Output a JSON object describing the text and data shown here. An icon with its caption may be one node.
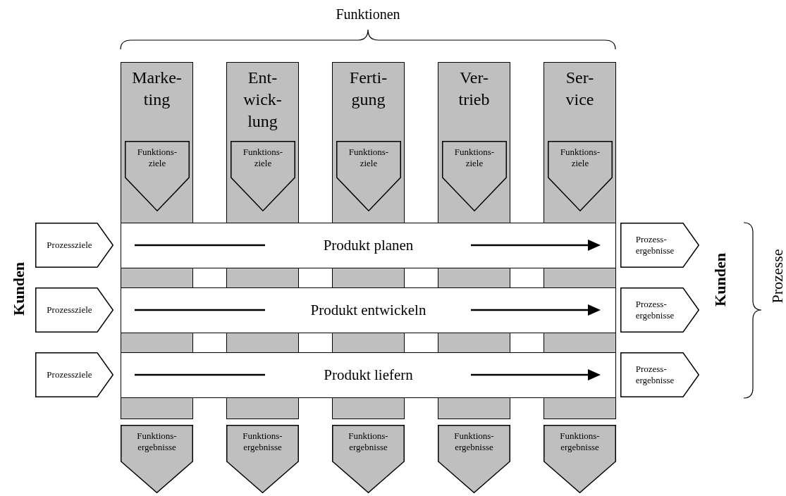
{
  "diagram": {
    "nodes": [
      {
        "text": [
          "Marke- ting"
        ]
      },
      {
        "text": [
          "Ent- wick- lung"
        ]
      },
      {
        "text": [
          "Ferti- gung"
        ]
      },
      {
        "text": [
          "Ver- trieb"
        ]
      },
      {
        "text": [
          "Ser- vice"
        ]
      },
      {
        "text": [
          "Funktions- ziele"
        ],
        "in": 0
      },
      {
        "text": [
          "Funktions- ziele"
        ],
        "in": 1
      },
      {
        "text": [
          "Funktions- ziele"
        ],
        "in": 2
      },
      {
        "text": [
          "Funktions- ziele"
        ],
        "in": 3
      },
      {
        "text": [
          "Funktions- ziele"
        ],
        "in": 4
      },
      {
        "text": [
          "Prozessziele"
        ]
      },
      {
        "text": [
          "Produkt planen"
        ]
      },
      {
        "text": [
          "Prozess- ergebnisse"
        ]
      },
      {
        "text": [
          "Prozessziele"
        ]
      },
      {
        "text": [
          "Produkt entwickeln"
        ]
      },
      {
        "text": [
          "Prozess- ergebnisse"
        ]
      },
      {
        "text": [
          "Prozessziele"
        ]
      },
      {
        "text": [
          "Produkt liefern"
        ]
      },
      {
        "text": [
          "Prozess- ergebnisse"
        ]
      },
      {
        "text": [
          "Funktions- ergebnisse"
        ]
      },
      {
        "text": [
          "Funktions- ergebnisse"
        ]
      },
      {
        "text": [
          "Funktions- ergebnisse"
        ]
      },
      {
        "text": [
          "Funktions- ergebnisse"
        ]
      },
      {
        "text": [
          "Funktions- ergebnisse"
        ]
      }
    ],
    "labels": [
      "Funktionen",
      "Kunden",
      "Kunden",
      "Prozesse"
    ]
  }
}
